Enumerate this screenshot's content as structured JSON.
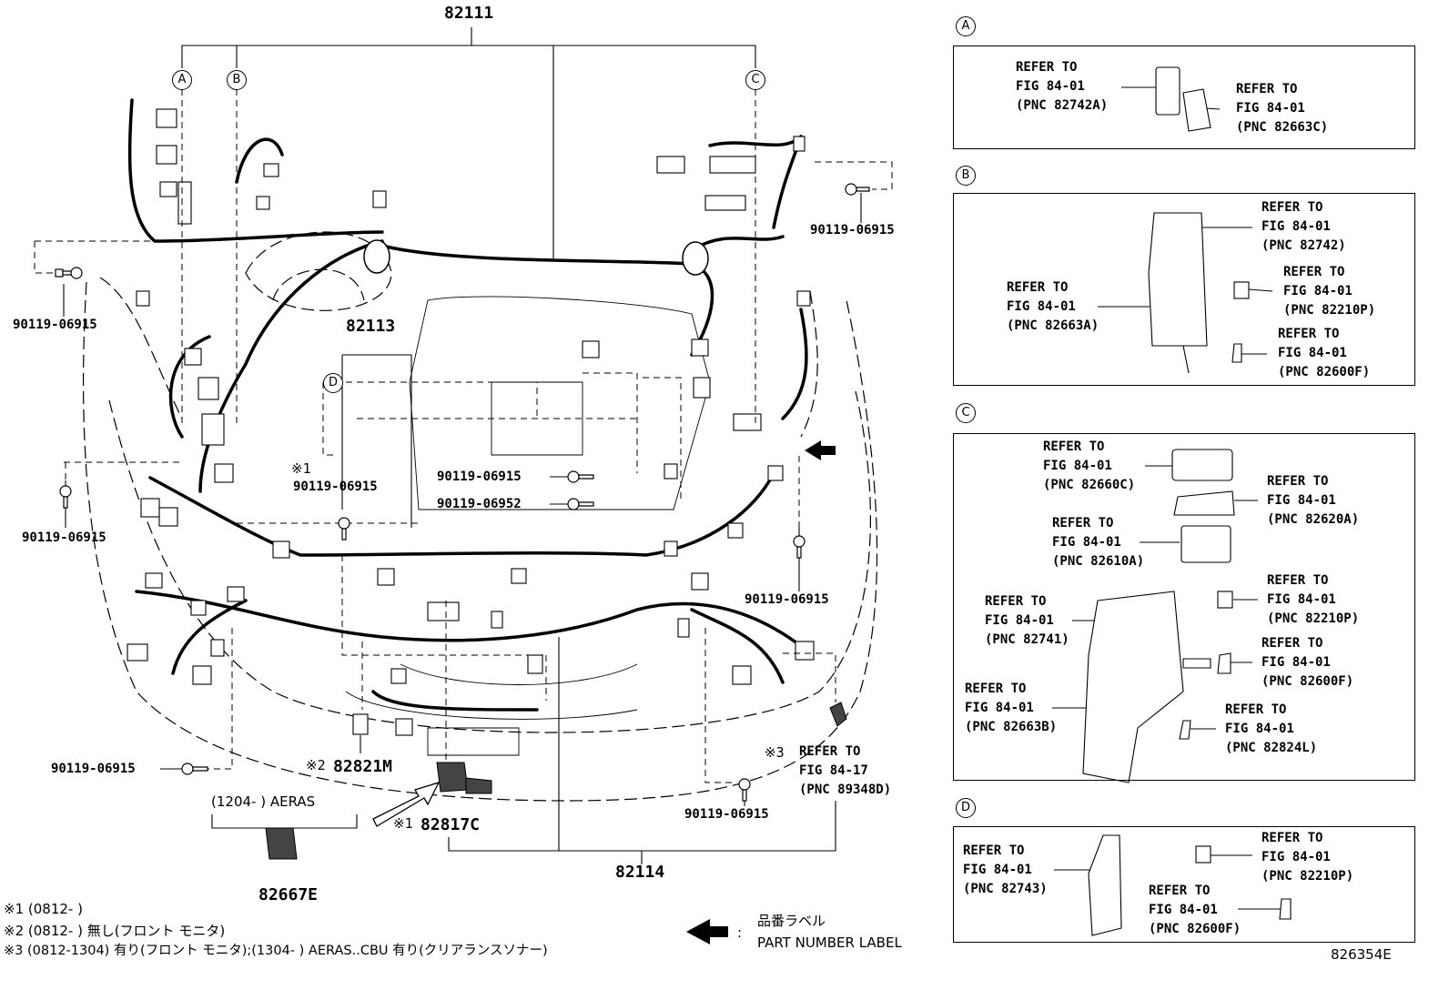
{
  "main_labels": {
    "harness_82111": "82111",
    "harness_82113": "82113",
    "harness_82114": "82114",
    "part_82821m": "82821M",
    "part_82817c": "82817C",
    "part_82667e": "82667E",
    "bolt_top_left": "90119-06915",
    "bolt_top_right": "90119-06915",
    "bolt_left_mid": "90119-06915",
    "bolt_center": "90119-06915",
    "bolt_center_right_1": "90119-06915",
    "bolt_center_right_2": "90119-06952",
    "bolt_right_mid": "90119-06915",
    "bolt_bottom_left": "90119-06915",
    "bolt_bottom_center": "90119-06915",
    "mark1": "※1",
    "mark2": "※2",
    "mark3": "※3",
    "aeras_range": "(1204-    ) AERAS",
    "refer_fig8417": [
      "REFER TO",
      "FIG 84-17",
      "(PNC 89348D)"
    ]
  },
  "callouts": {
    "a": "A",
    "b": "B",
    "c": "C",
    "d": "D"
  },
  "panel_a": {
    "ref1": [
      "REFER TO",
      "FIG 84-01",
      "(PNC 82742A)"
    ],
    "ref2": [
      "REFER TO",
      "FIG 84-01",
      "(PNC 82663C)"
    ]
  },
  "panel_b": {
    "ref1": [
      "REFER TO",
      "FIG 84-01",
      "(PNC 82742)"
    ],
    "ref2": [
      "REFER TO",
      "FIG 84-01",
      "(PNC 82663A)"
    ],
    "ref3": [
      "REFER TO",
      "FIG 84-01",
      "(PNC 82210P)"
    ],
    "ref4": [
      "REFER TO",
      "FIG 84-01",
      "(PNC 82600F)"
    ]
  },
  "panel_c": {
    "ref1": [
      "REFER TO",
      "FIG 84-01",
      "(PNC 82660C)"
    ],
    "ref2": [
      "REFER TO",
      "FIG 84-01",
      "(PNC 82620A)"
    ],
    "ref3": [
      "REFER TO",
      "FIG 84-01",
      "(PNC 82610A)"
    ],
    "ref4": [
      "REFER TO",
      "FIG 84-01",
      "(PNC 82741)"
    ],
    "ref5": [
      "REFER TO",
      "FIG 84-01",
      "(PNC 82210P)"
    ],
    "ref6": [
      "REFER TO",
      "FIG 84-01",
      "(PNC 82600F)"
    ],
    "ref7": [
      "REFER TO",
      "FIG 84-01",
      "(PNC 82663B)"
    ],
    "ref8": [
      "REFER TO",
      "FIG 84-01",
      "(PNC 82824L)"
    ]
  },
  "panel_d": {
    "ref1": [
      "REFER TO",
      "FIG 84-01",
      "(PNC 82743)"
    ],
    "ref2": [
      "REFER TO",
      "FIG 84-01",
      "(PNC 82210P)"
    ],
    "ref3": [
      "REFER TO",
      "FIG 84-01",
      "(PNC 82600F)"
    ]
  },
  "footnotes": {
    "n1": "※1 (0812-        )",
    "n2": "※2 (0812-        ) 無し(フロント  モニタ)",
    "n3": "※3 (0812-1304) 有り(フロント モニタ);(1304-         ) AERAS..CBU 有り(クリアランスソナー)"
  },
  "legend": {
    "colon": ":",
    "jp": "品番ラベル",
    "en": "PART NUMBER LABEL"
  },
  "figure_id": "826354E"
}
